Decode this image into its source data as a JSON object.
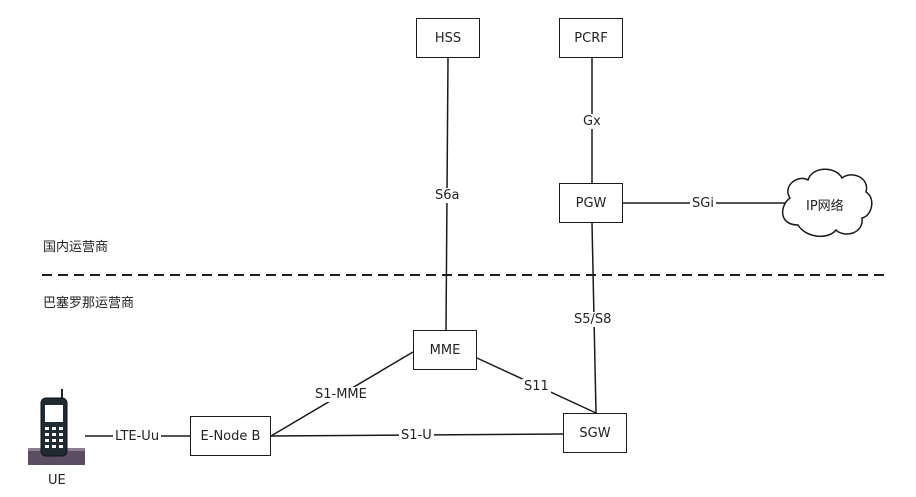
{
  "nodes": {
    "hss": "HSS",
    "pcrf": "PCRF",
    "pgw": "PGW",
    "mme": "MME",
    "sgw": "SGW",
    "enodeb": "E-Node B",
    "ip_network": "IP网络",
    "ue": "UE"
  },
  "links": {
    "s6a": "S6a",
    "gx": "Gx",
    "sgi": "SGi",
    "s5s8": "S5/S8",
    "s1mme": "S1-MME",
    "s11": "S11",
    "s1u": "S1-U",
    "lte_uu": "LTE-Uu"
  },
  "regions": {
    "domestic": "国内运营商",
    "foreign": "巴塞罗那运营商"
  }
}
